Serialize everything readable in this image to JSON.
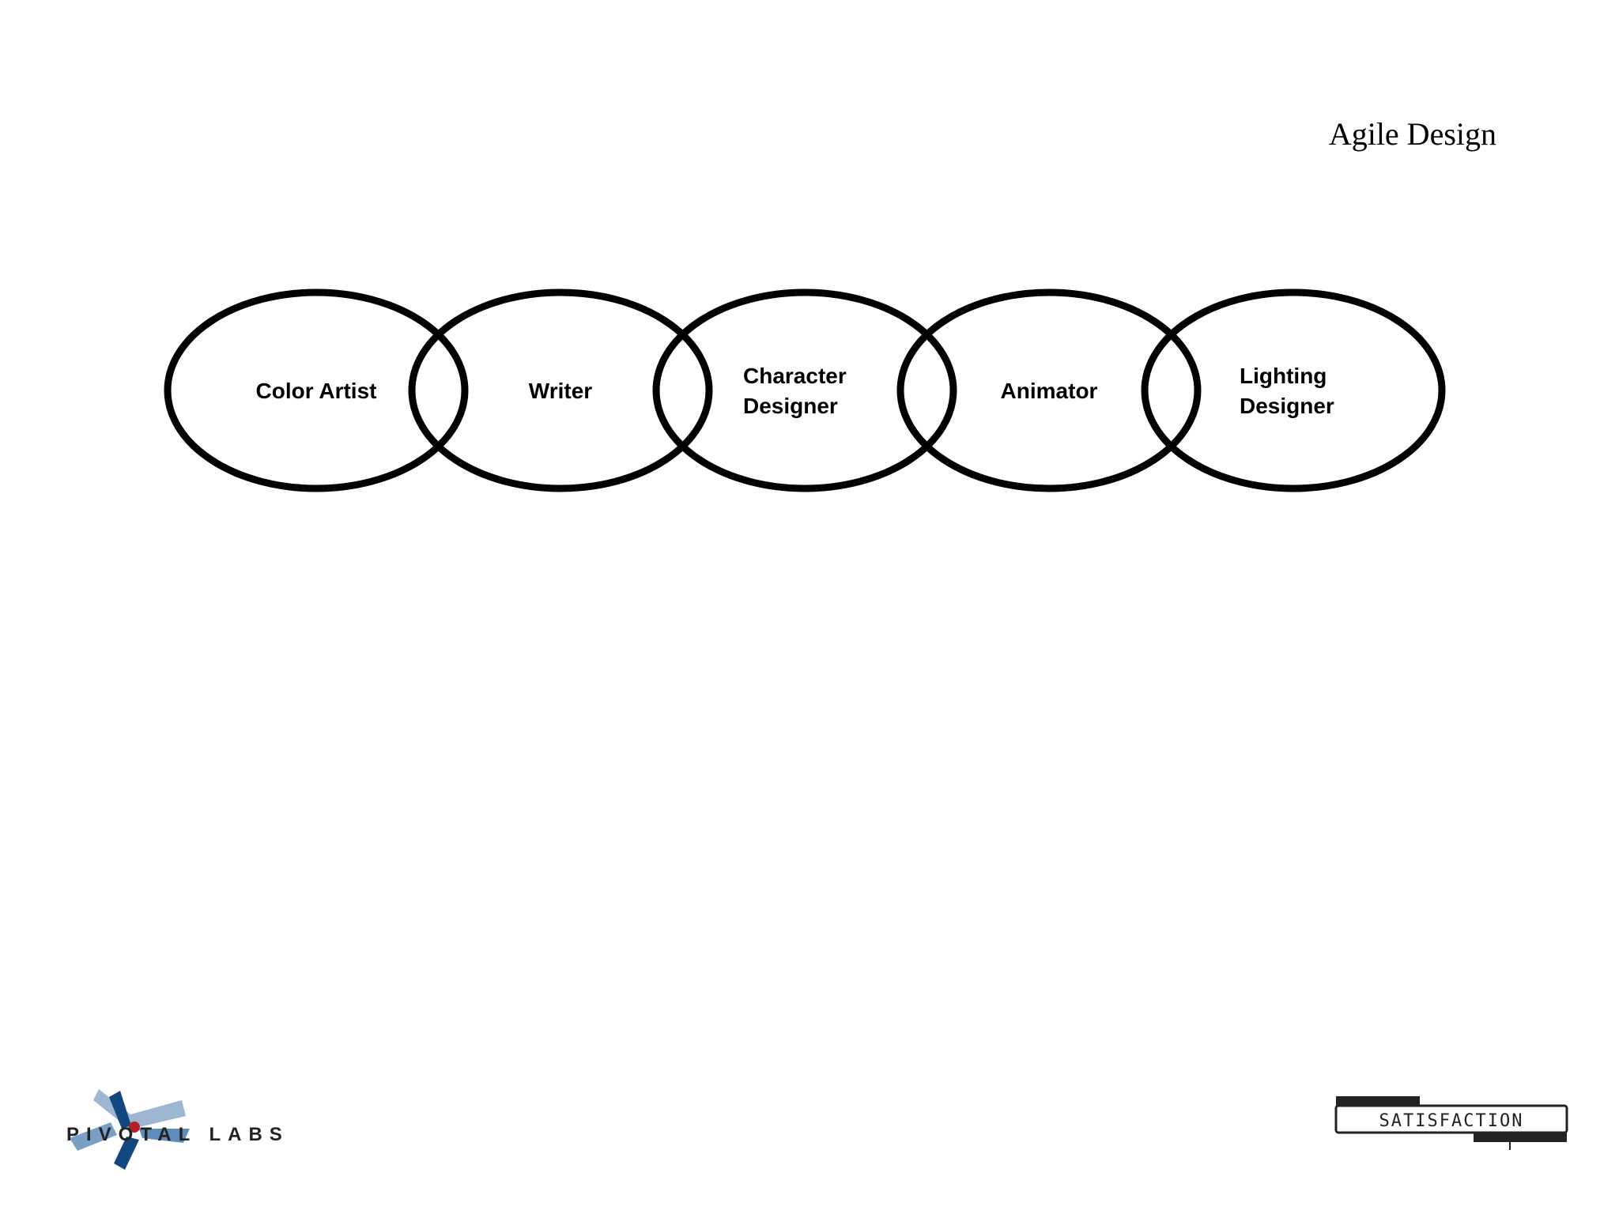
{
  "slide": {
    "title": "Agile Design"
  },
  "diagram": {
    "roles": [
      {
        "id": "color-artist",
        "lines": [
          "Color Artist"
        ]
      },
      {
        "id": "writer",
        "lines": [
          "Writer"
        ]
      },
      {
        "id": "character-designer",
        "lines": [
          "Character",
          "Designer"
        ]
      },
      {
        "id": "animator",
        "lines": [
          "Animator"
        ]
      },
      {
        "id": "lighting-designer",
        "lines": [
          "Lighting",
          "Designer"
        ]
      }
    ]
  },
  "footer": {
    "left_logo": {
      "text": "PIVOTAL LABS",
      "colors": {
        "light_blue": "#9db7d3",
        "mid_blue": "#5f8cba",
        "dark_blue": "#12487f",
        "red": "#b4202a"
      }
    },
    "right_logo": {
      "text": "SATISFACTION",
      "small_text": ""
    }
  }
}
